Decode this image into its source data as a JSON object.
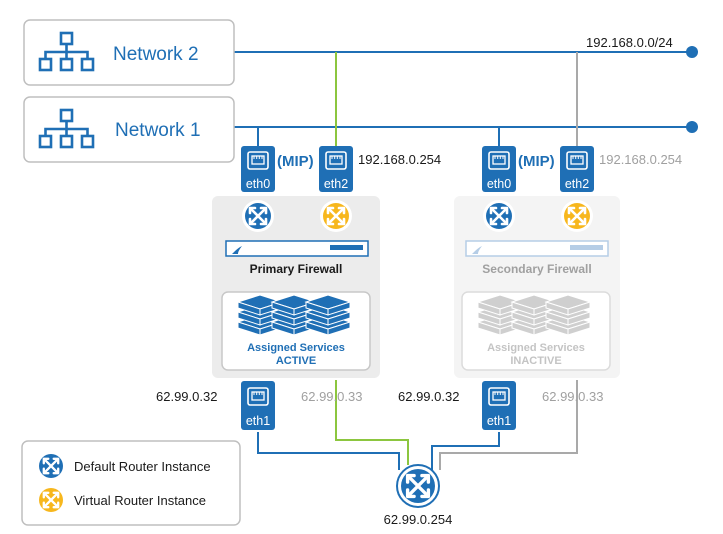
{
  "networks": {
    "network2": {
      "label": "Network 2",
      "subnet": "192.168.0.0/24"
    },
    "network1": {
      "label": "Network 1"
    }
  },
  "primary": {
    "title": "Primary Firewall",
    "mip": "(MIP)",
    "eth0": "eth0",
    "eth2": "eth2",
    "eth1": "eth1",
    "eth2_ip": "192.168.0.254",
    "eth1_ip": "62.99.0.32",
    "virtual_ip": "62.99.0.33",
    "services_label": "Assigned Services",
    "services_state": "ACTIVE"
  },
  "secondary": {
    "title": "Secondary Firewall",
    "mip": "(MIP)",
    "eth0": "eth0",
    "eth2": "eth2",
    "eth1": "eth1",
    "eth2_ip": "192.168.0.254",
    "eth1_ip": "62.99.0.32",
    "virtual_ip": "62.99.0.33",
    "services_label": "Assigned Services",
    "services_state": "INACTIVE"
  },
  "gateway": {
    "ip": "62.99.0.254"
  },
  "legend": {
    "default": "Default Router Instance",
    "virtual": "Virtual Router Instance"
  },
  "colors": {
    "blue": "#1f6fb5",
    "yellow": "#f7b71d",
    "green": "#8cc63f",
    "gray": "#a9a9a9",
    "fw_active_bg": "#ececec",
    "fw_inactive_bg": "#f4f4f4"
  }
}
